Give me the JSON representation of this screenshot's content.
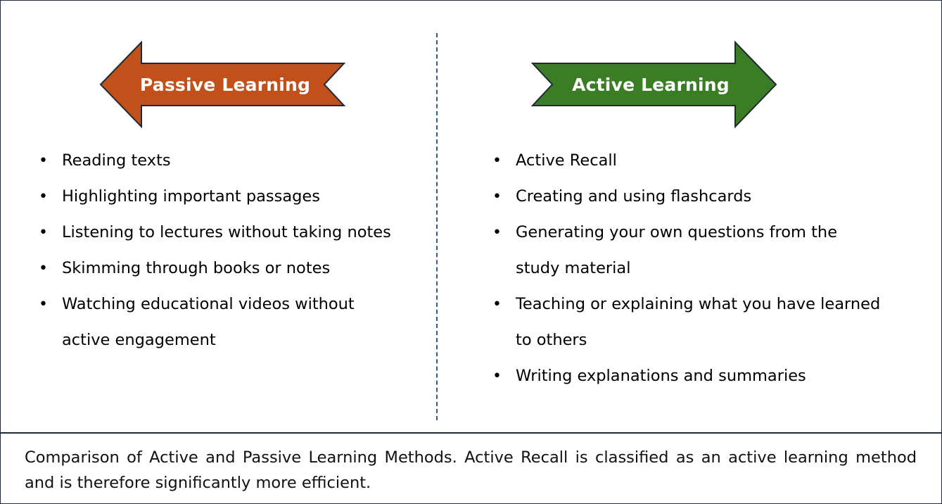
{
  "colors": {
    "passive_arrow_fill": "#C1501A",
    "active_arrow_fill": "#3A7D24",
    "arrow_outline": "#1F2A36",
    "divider": "#2E5D8A"
  },
  "passive": {
    "title": "Passive Learning",
    "arrow_icon": "left-arrow",
    "items": [
      {
        "lines": [
          "Reading texts"
        ]
      },
      {
        "lines": [
          "Highlighting important passages"
        ]
      },
      {
        "lines": [
          "Listening to lectures without taking notes"
        ]
      },
      {
        "lines": [
          "Skimming through books or notes"
        ]
      },
      {
        "lines": [
          "Watching educational videos without",
          "active engagement"
        ]
      }
    ]
  },
  "active": {
    "title": "Active Learning",
    "arrow_icon": "right-arrow",
    "items": [
      {
        "lines": [
          "Active Recall"
        ]
      },
      {
        "lines": [
          "Creating and using flashcards"
        ]
      },
      {
        "lines": [
          "Generating your own questions from the",
          "study material"
        ]
      },
      {
        "lines": [
          "Teaching or explaining what you have learned",
          "to others"
        ]
      },
      {
        "lines": [
          "Writing explanations and summaries"
        ]
      }
    ]
  },
  "caption": "Comparison of Active and Passive Learning Methods. Active Recall is classified as an active learning method and is therefore significantly more efficient."
}
